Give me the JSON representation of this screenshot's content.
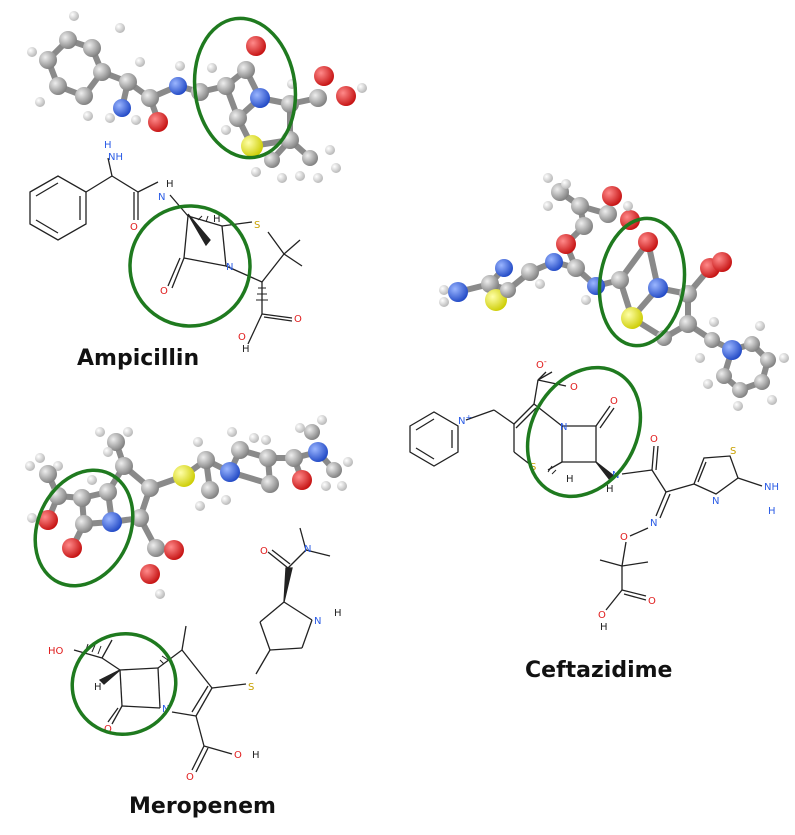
{
  "molecules": [
    {
      "name": "Ampicillin",
      "atoms": {
        "nh2": "NH",
        "nh2_h": "H",
        "amide_nh": "N",
        "amide_h": "H",
        "s": "S",
        "ring_n": "N",
        "o_lactam": "O",
        "o_amide": "O",
        "o_acid1": "O",
        "o_acid2": "O",
        "o_acid_h": "H",
        "stereo_h": "H"
      }
    },
    {
      "name": "Ceftazidime",
      "atoms": {
        "o_minus": "O",
        "o_minus_charge": "-",
        "o_carbox": "O",
        "pyridinium_n": "N",
        "pyridinium_charge": "+",
        "ring_n": "N",
        "o_lactam": "O",
        "s": "S",
        "stereo_h": "H",
        "amide_nh": "N",
        "amide_h": "H",
        "o_amide": "O",
        "oxime_n": "N",
        "oxime_o": "O",
        "thiazole_s": "S",
        "thiazole_n": "N",
        "nh2": "NH",
        "nh2_h": "H",
        "o_acid1": "O",
        "o_acid2": "O",
        "o_acid_h": "H"
      }
    },
    {
      "name": "Meropenem",
      "atoms": {
        "ho": "HO",
        "stereo_h": "H",
        "o_lactam": "O",
        "ring_n": "N",
        "s": "S",
        "o_amide": "O",
        "n_dimethyl": "N",
        "pyrrolidine_nh": "N",
        "pyrrolidine_h": "H",
        "o_acid1": "O",
        "o_acid2": "O",
        "o_acid_h": "H"
      }
    }
  ],
  "colors": {
    "highlight": "#1f7a1f",
    "carbon": "#9a9a9a",
    "oxygen": "#e01b1b",
    "nitrogen": "#2b5ce6",
    "sulfur": "#e8e81a",
    "hydrogen": "#e6e6e6",
    "bond": "#222222",
    "label_o": "#e01b1b",
    "label_n": "#2b5ce6",
    "label_s": "#c8a000"
  },
  "highlight_shape": "ellipse around beta-lactam ring"
}
